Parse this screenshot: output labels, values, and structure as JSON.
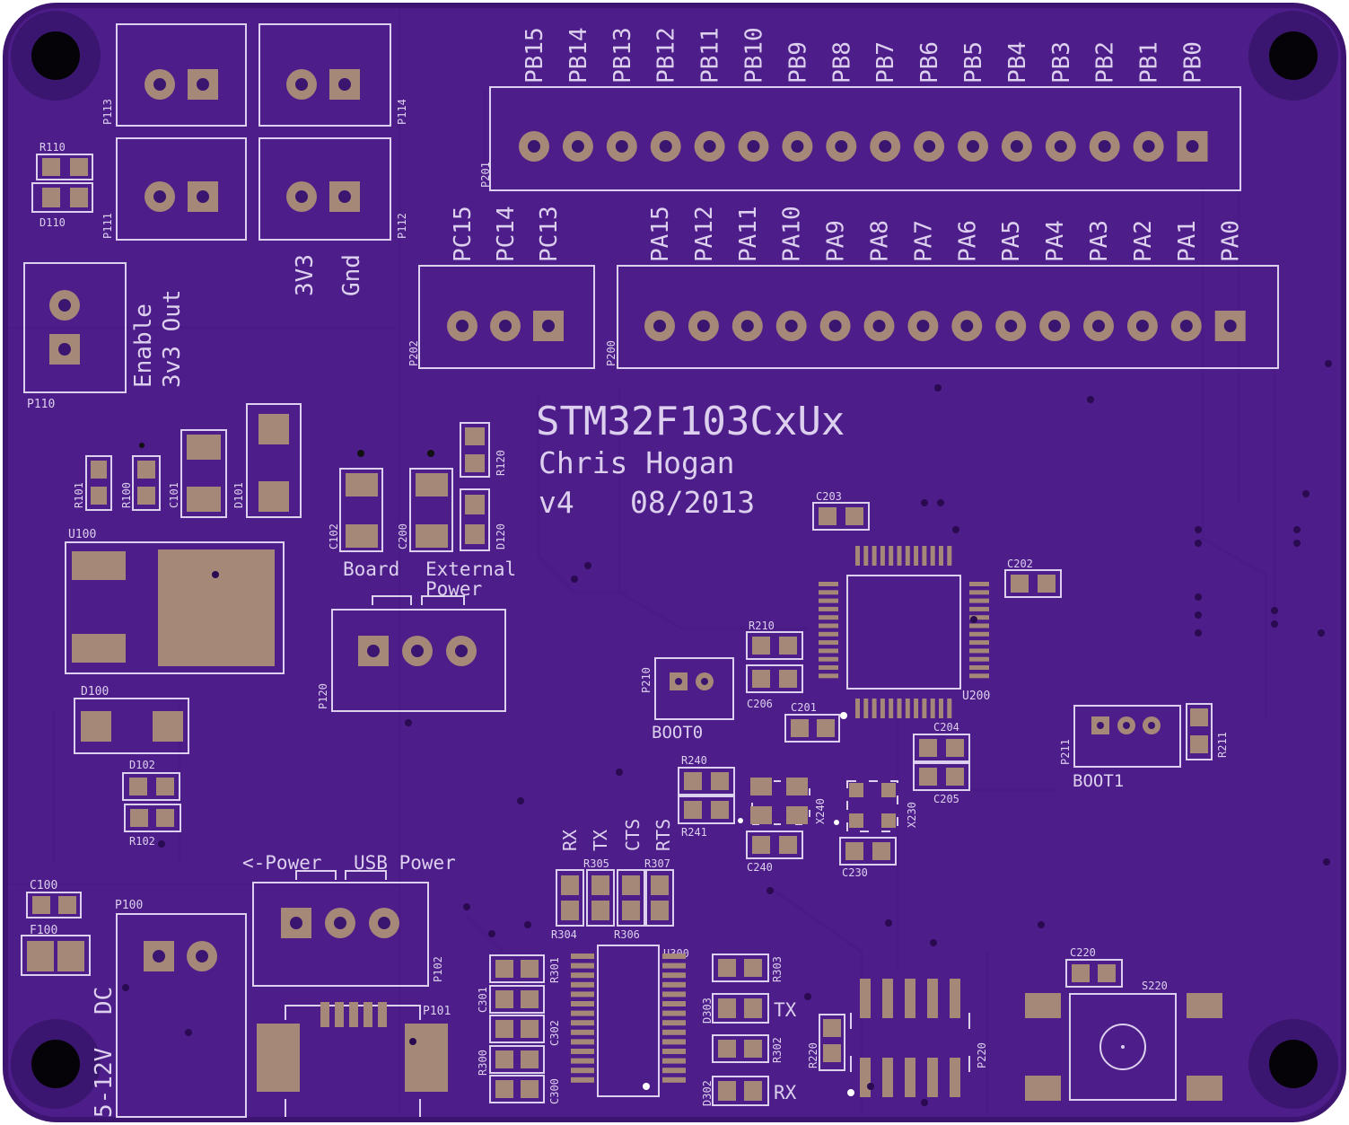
{
  "board": {
    "title": "STM32F103CxUx",
    "author": "Chris Hogan",
    "version": "v4",
    "date": "08/2013",
    "colors": {
      "board": "#4d1d8a",
      "edge": "#3d1570",
      "silk": "#dcd0ee",
      "pad": "#a68878",
      "hole": "#2a0a50"
    }
  },
  "headers": {
    "p201": {
      "ref": "P201",
      "pins": [
        "PB15",
        "PB14",
        "PB13",
        "PB12",
        "PB11",
        "PB10",
        "PB9",
        "PB8",
        "PB7",
        "PB6",
        "PB5",
        "PB4",
        "PB3",
        "PB2",
        "PB1",
        "PB0"
      ]
    },
    "p200": {
      "ref": "P200",
      "pins": [
        "PA15",
        "PA12",
        "PA11",
        "PA10",
        "PA9",
        "PA8",
        "PA7",
        "PA6",
        "PA5",
        "PA4",
        "PA3",
        "PA2",
        "PA1",
        "PA0"
      ]
    },
    "p202": {
      "ref": "P202",
      "pins": [
        "PC15",
        "PC14",
        "PC13"
      ]
    }
  },
  "labels": {
    "p113": "P113",
    "p114": "P114",
    "p111": "P111",
    "p112": "P112",
    "r110": "R110",
    "d110": "D110",
    "p110": "P110",
    "enable": "Enable",
    "out3v3": "3v3 Out",
    "v3v3": "3V3",
    "gnd": "Gnd",
    "r101": "R101",
    "r100": "R100",
    "c101": "C101",
    "d101": "D101",
    "c102": "C102",
    "c200": "C200",
    "r120": "R120",
    "d120": "D120",
    "board_lbl": "Board",
    "external": "External",
    "power": "Power",
    "u100": "U100",
    "p120": "P120",
    "d100": "D100",
    "d102": "D102",
    "r102": "R102",
    "c100": "C100",
    "f100": "F100",
    "p100": "P100",
    "dc_a": "DC",
    "dc_b": "5-12V",
    "arrow_power": "<-Power",
    "usb_power": "USB Power",
    "p102": "P102",
    "p101": "P101",
    "c203": "C203",
    "c202": "C202",
    "u200": "U200",
    "r210": "R210",
    "c206": "C206",
    "c201": "C201",
    "c204": "C204",
    "c205": "C205",
    "p210": "P210",
    "boot0": "BOOT0",
    "p211": "P211",
    "r211": "R211",
    "boot1": "BOOT1",
    "r240": "R240",
    "r241": "R241",
    "x240": "X240",
    "x230": "X230",
    "c240": "C240",
    "c230": "C230",
    "rx": "RX",
    "tx": "TX",
    "cts": "CTS",
    "rts": "RTS",
    "r305": "R305",
    "r307": "R307",
    "r304": "R304",
    "r306": "R306",
    "u300": "U300",
    "r301": "R301",
    "c301": "C301",
    "c302": "C302",
    "r300": "R300",
    "c300": "C300",
    "r303": "R303",
    "d303": "D303",
    "tx_led": "TX",
    "r302": "R302",
    "d302": "D302",
    "rx_led": "RX",
    "c220": "C220",
    "s220": "S220",
    "r220": "R220",
    "p220": "P220"
  }
}
